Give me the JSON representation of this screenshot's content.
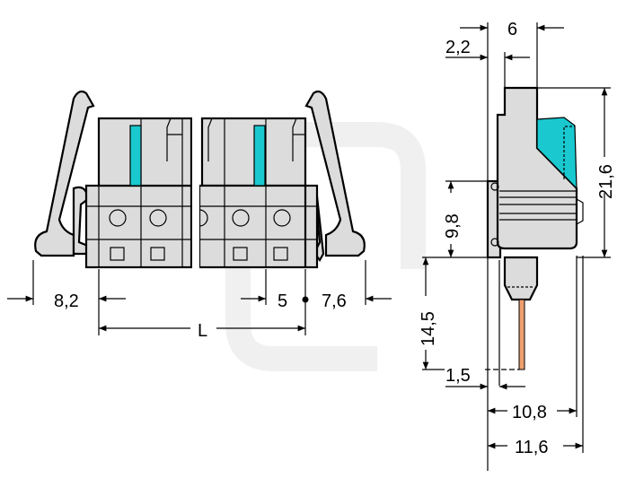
{
  "drawing": {
    "title": "Connector technical drawing",
    "front_view": {
      "dim_left_offset": "8,2",
      "dim_pitch": "5",
      "dim_right_offset": "7,6",
      "dim_length": "L"
    },
    "side_view": {
      "dim_top_width": "6",
      "dim_top_offset": "2,2",
      "dim_height_total": "21,6",
      "dim_height_lower": "9,8",
      "dim_pin_length": "14,5",
      "dim_pin_offset": "1,5",
      "dim_depth_inner": "10,8",
      "dim_depth_outer": "11,6"
    },
    "colors": {
      "housing": "#dcdcdc",
      "actuator": "#19c9cf",
      "pin": "#f0a070"
    }
  }
}
